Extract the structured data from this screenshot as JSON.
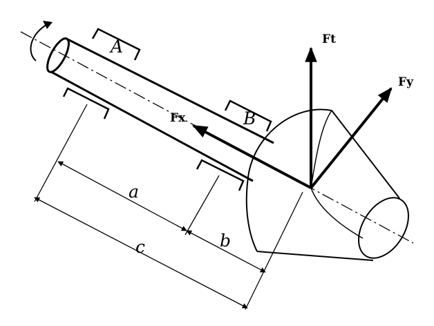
{
  "labels": {
    "bearing_a": "A",
    "bearing_b": "B",
    "force_t": "Ft",
    "force_y": "Fy",
    "force_x": "Fx",
    "dim_a": "a",
    "dim_b": "b",
    "dim_c": "c"
  },
  "colors": {
    "ink": "#000000",
    "background": "#ffffff"
  }
}
